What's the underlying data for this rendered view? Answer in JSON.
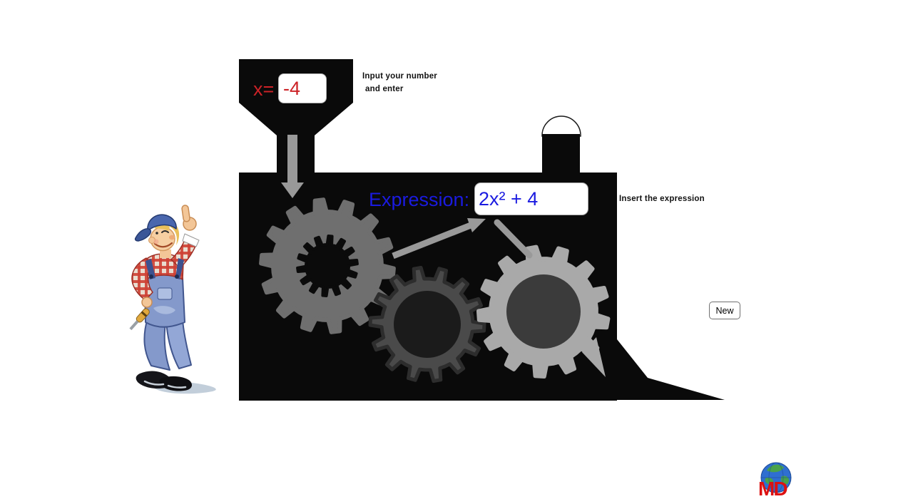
{
  "machine": {
    "input": {
      "label": "x=",
      "value": "-4"
    },
    "expression": {
      "label": "Expression:",
      "value": "2x² + 4"
    }
  },
  "hints": {
    "input_line1": "Input your number",
    "input_line2": "and enter",
    "expression": "Insert the expression"
  },
  "controls": {
    "new_label": "New"
  },
  "logo": {
    "text": "MD"
  },
  "colors": {
    "input_text": "#cc2227",
    "expression_text": "#1b1be0",
    "machine_body": "#000000",
    "gear_left": "#6f6f6f",
    "gear_middle": "#4a4a4a",
    "gear_right": "#a9a9a9",
    "arrow": "#999999",
    "logo_text": "#dd1111"
  }
}
